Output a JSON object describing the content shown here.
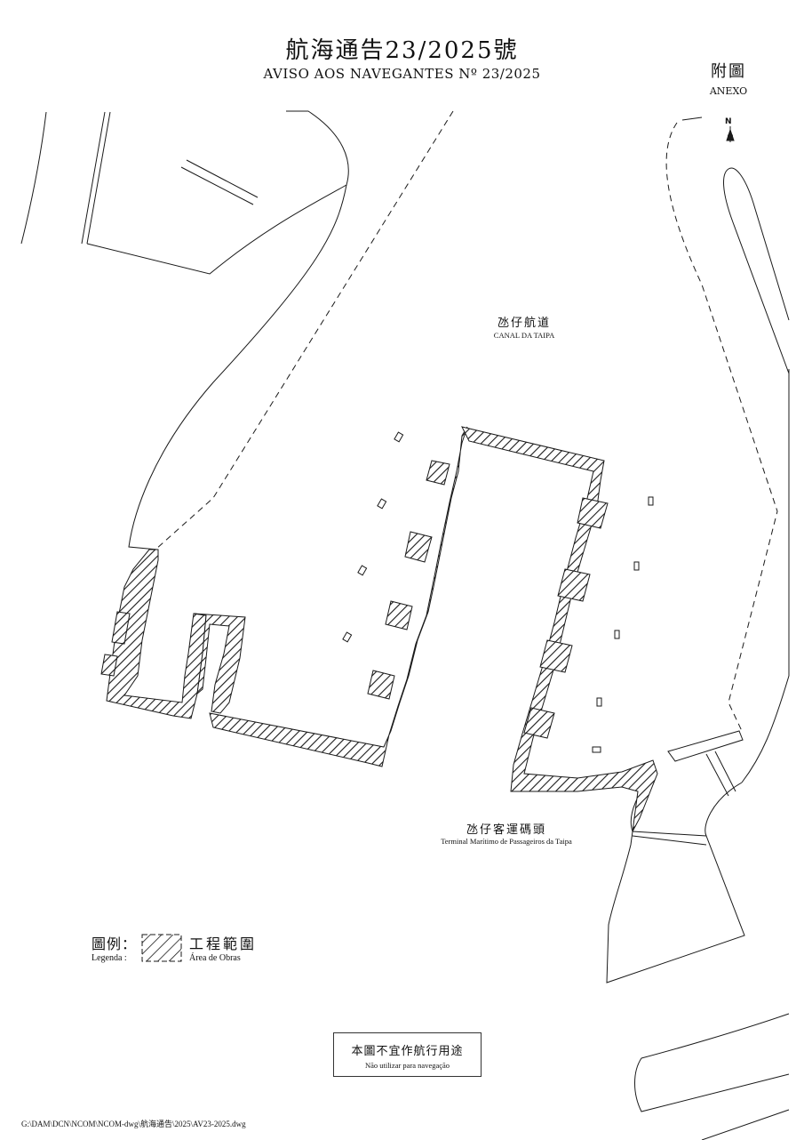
{
  "title": {
    "zh": "航海通告23/2025號",
    "pt": "AVISO AOS NAVEGANTES Nº 23/2025"
  },
  "annex": {
    "zh": "附圖",
    "pt": "ANEXO"
  },
  "north_arrow": {
    "label": "N",
    "icon": "north-arrow-icon"
  },
  "labels": {
    "channel": {
      "zh": "氹仔航道",
      "pt": "CANAL DA TAIPA"
    },
    "terminal": {
      "zh": "氹仔客運碼頭",
      "pt": "Terminal Marítimo de Passageiros da Taipa"
    }
  },
  "legend": {
    "title_zh": "圖例：",
    "title_pt": "Legenda :",
    "item_zh": "工程範圍",
    "item_pt": "Área de Obras",
    "pattern": "diagonal-hatch"
  },
  "disclaimer": {
    "zh": "本圖不宜作航行用途",
    "pt": "Não utilizar para navegação"
  },
  "file_path": "G:\\DAM\\DCN\\NCOM\\NCOM-dwg\\航海通告\\2025\\AV23-2025.dwg",
  "colors": {
    "line": "#1a1a1a",
    "background": "#ffffff"
  }
}
